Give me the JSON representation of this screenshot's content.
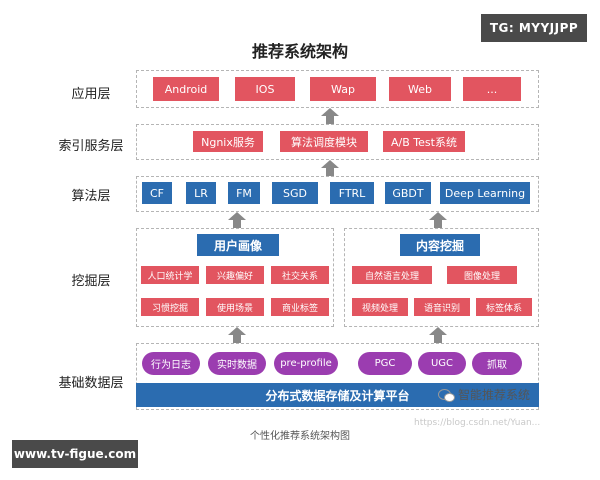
{
  "title": "推荐系统架构",
  "caption": "个性化推荐系统架构图",
  "watermarks": {
    "tg": "TG: MYYJJPP",
    "url": "www.tv-figue.com",
    "blog_url": "https://blog.csdn.net/Yuan..."
  },
  "brand": {
    "icon": "wechat-icon",
    "text": "智能推荐系统"
  },
  "colors": {
    "red": "#e25560",
    "blue": "#2b6cb0",
    "purple": "#9b3db0",
    "arrow": "#888888",
    "border": "#b5b5b5"
  },
  "layers": {
    "app": {
      "label": "应用层",
      "items": [
        "Android",
        "IOS",
        "Wap",
        "Web",
        "..."
      ]
    },
    "index": {
      "label": "索引服务层",
      "items": [
        "Ngnix服务",
        "算法调度模块",
        "A/B  Test系统"
      ]
    },
    "algo": {
      "label": "算法层",
      "items": [
        "CF",
        "LR",
        "FM",
        "SGD",
        "FTRL",
        "GBDT",
        "Deep Learning"
      ]
    },
    "mining": {
      "label": "挖掘层",
      "user_profile": {
        "title": "用户画像",
        "items": [
          "人口统计学",
          "兴趣偏好",
          "社交关系",
          "习惯挖掘",
          "使用场景",
          "商业标签"
        ]
      },
      "content_mining": {
        "title": "内容挖掘",
        "items": [
          "自然语言处理",
          "图像处理",
          "视频处理",
          "语音识别",
          "标签体系"
        ]
      }
    },
    "base": {
      "label": "基础数据层",
      "items": [
        "行为日志",
        "实时数据",
        "pre-profile",
        "PGC",
        "UGC",
        "抓取"
      ],
      "platform": "分布式数据存储及计算平台"
    }
  }
}
